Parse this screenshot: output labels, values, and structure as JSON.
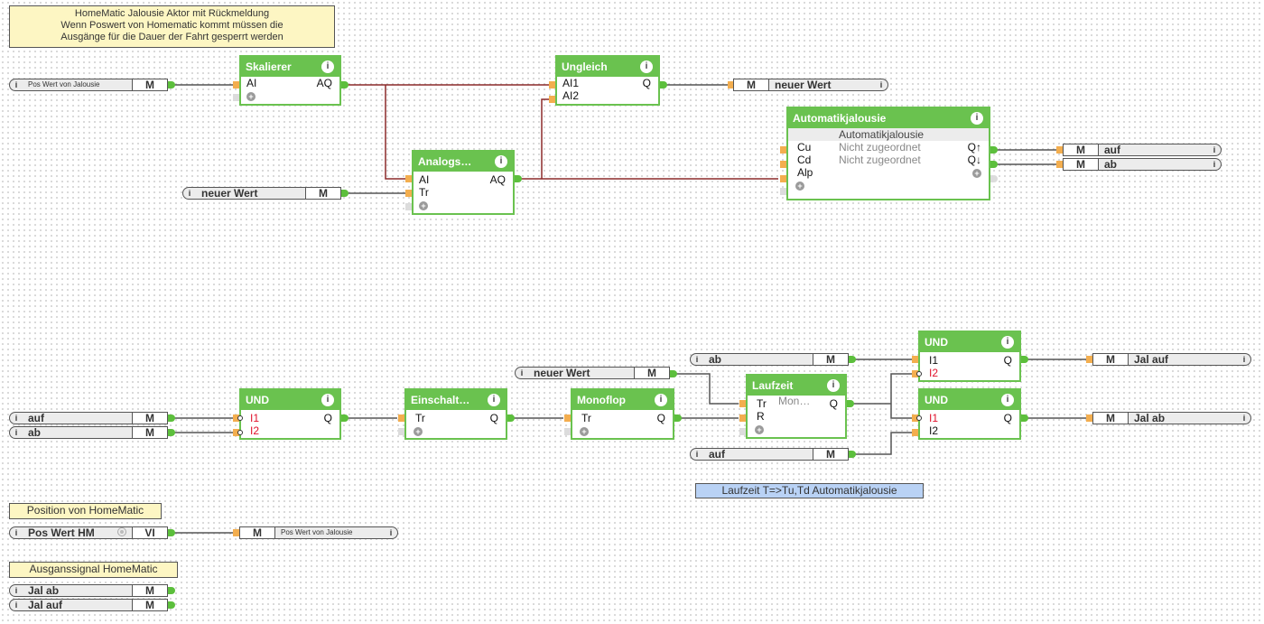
{
  "comments": {
    "title_lines": [
      "HomeMatic Jalousie Aktor mit Rückmeldung",
      "Wenn Poswert von Homematic kommt müssen die",
      "Ausgänge für die Dauer der Fahrt gesperrt werden"
    ],
    "laufzeit_note": "Laufzeit T=>Tu,Td Automatikjalousie",
    "position_hm": "Position von HomeMatic",
    "ausgang_hm": "Ausganssignal HomeMatic"
  },
  "blocks": {
    "skalierer": {
      "title": "Skalierer",
      "inputs": [
        "AI"
      ],
      "outputs": [
        "AQ"
      ]
    },
    "ungleich": {
      "title": "Ungleich",
      "inputs": [
        "AI1",
        "AI2"
      ],
      "outputs": [
        "Q"
      ]
    },
    "analogs": {
      "title": "Analogs…",
      "inputs": [
        "AI",
        "Tr"
      ],
      "outputs": [
        "AQ"
      ]
    },
    "automatik": {
      "title": "Automatikjalousie",
      "subtitle": "Automatikjalousie",
      "inputs": [
        "Cu",
        "Cd",
        "Alp"
      ],
      "params": [
        "Nicht zugeordnet",
        "Nicht zugeordnet"
      ],
      "outputs": [
        "Q↑",
        "Q↓"
      ]
    },
    "und1": {
      "title": "UND",
      "inputs": [
        "I1",
        "I2"
      ],
      "outputs": [
        "Q"
      ]
    },
    "einschalt": {
      "title": "Einschalt…",
      "inputs": [
        "Tr"
      ],
      "outputs": [
        "Q"
      ]
    },
    "monoflop": {
      "title": "Monoflop",
      "inputs": [
        "Tr"
      ],
      "outputs": [
        "Q"
      ]
    },
    "laufzeit": {
      "title": "Laufzeit",
      "inputs": [
        "Tr",
        "R"
      ],
      "param": "Mon…",
      "outputs": [
        "Q"
      ]
    },
    "und2": {
      "title": "UND",
      "inputs": [
        "I1",
        "I2"
      ],
      "outputs": [
        "Q"
      ]
    },
    "und3": {
      "title": "UND",
      "inputs": [
        "I1",
        "I2"
      ],
      "outputs": [
        "Q"
      ]
    }
  },
  "markers": {
    "pos_wert_in": {
      "name": "Pos Wert von Jalousie",
      "type": "M"
    },
    "neuer_wert_in": {
      "name": "neuer Wert",
      "type": "M"
    },
    "neuer_wert_out": {
      "name": "neuer Wert",
      "type": "M"
    },
    "auf_out": {
      "name": "auf",
      "type": "M"
    },
    "ab_out": {
      "name": "ab",
      "type": "M"
    },
    "auf_in": {
      "name": "auf",
      "type": "M"
    },
    "ab_in": {
      "name": "ab",
      "type": "M"
    },
    "neuer_wert_in2": {
      "name": "neuer Wert",
      "type": "M"
    },
    "ab_in2": {
      "name": "ab",
      "type": "M"
    },
    "auf_in2": {
      "name": "auf",
      "type": "M"
    },
    "jal_auf_out": {
      "name": "Jal auf",
      "type": "M"
    },
    "jal_ab_out": {
      "name": "Jal ab",
      "type": "M"
    },
    "pos_wert_hm": {
      "name": "Pos Wert HM",
      "type": "VI"
    },
    "pos_wert_out": {
      "name": "Pos Wert von Jalousie",
      "type": "M"
    },
    "jal_ab_in": {
      "name": "Jal ab",
      "type": "M"
    },
    "jal_auf_in": {
      "name": "Jal auf",
      "type": "M"
    }
  },
  "icons": {
    "info": "i",
    "add": "+"
  },
  "colors": {
    "block_green": "#6ac24f",
    "analog_wire": "#8b2a2a",
    "digital_wire": "#555555",
    "input_pin": "#f3ae4f",
    "output_pin": "#5cbf3c",
    "comment_yellow": "#fdf6c3",
    "comment_blue": "#b9d2f5"
  }
}
